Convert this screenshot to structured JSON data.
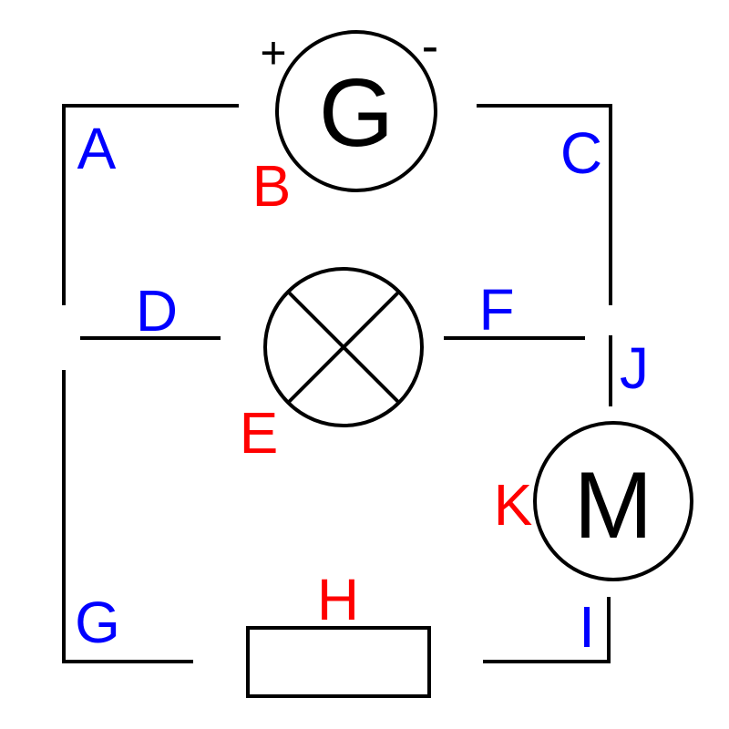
{
  "colors": {
    "wire": "#000000",
    "label_blue": "#0000ff",
    "label_red": "#ff0000"
  },
  "components": {
    "generator": {
      "symbol": "G",
      "plus": "+",
      "minus": "-"
    },
    "lamp": {
      "symbol": "lamp-cross-icon"
    },
    "motor": {
      "symbol": "M"
    },
    "resistor": {
      "symbol": "resistor-rect-icon"
    }
  },
  "labels": {
    "A": "A",
    "B": "B",
    "C": "C",
    "D": "D",
    "E": "E",
    "F": "F",
    "G": "G",
    "H": "H",
    "I": "I",
    "J": "J",
    "K": "K"
  }
}
